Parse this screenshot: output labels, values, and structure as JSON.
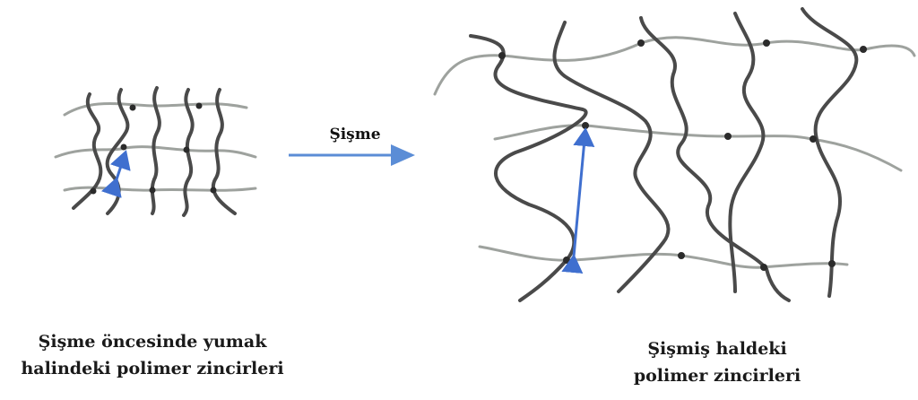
{
  "arrow_label": "Şişme",
  "caption_before": {
    "line1": "Şişme öncesinde yumak",
    "line2": "halindeki polimer zincirleri"
  },
  "caption_after": {
    "line1": "Şişmiş haldeki",
    "line2": "polimer zincirleri"
  },
  "colors": {
    "dark_chain": "#4a4a4a",
    "light_chain": "#9ea29e",
    "crosslink": "#2b2b2b",
    "arrow_blue": "#5b8dd6",
    "distance_blue": "#3f6fcf"
  }
}
